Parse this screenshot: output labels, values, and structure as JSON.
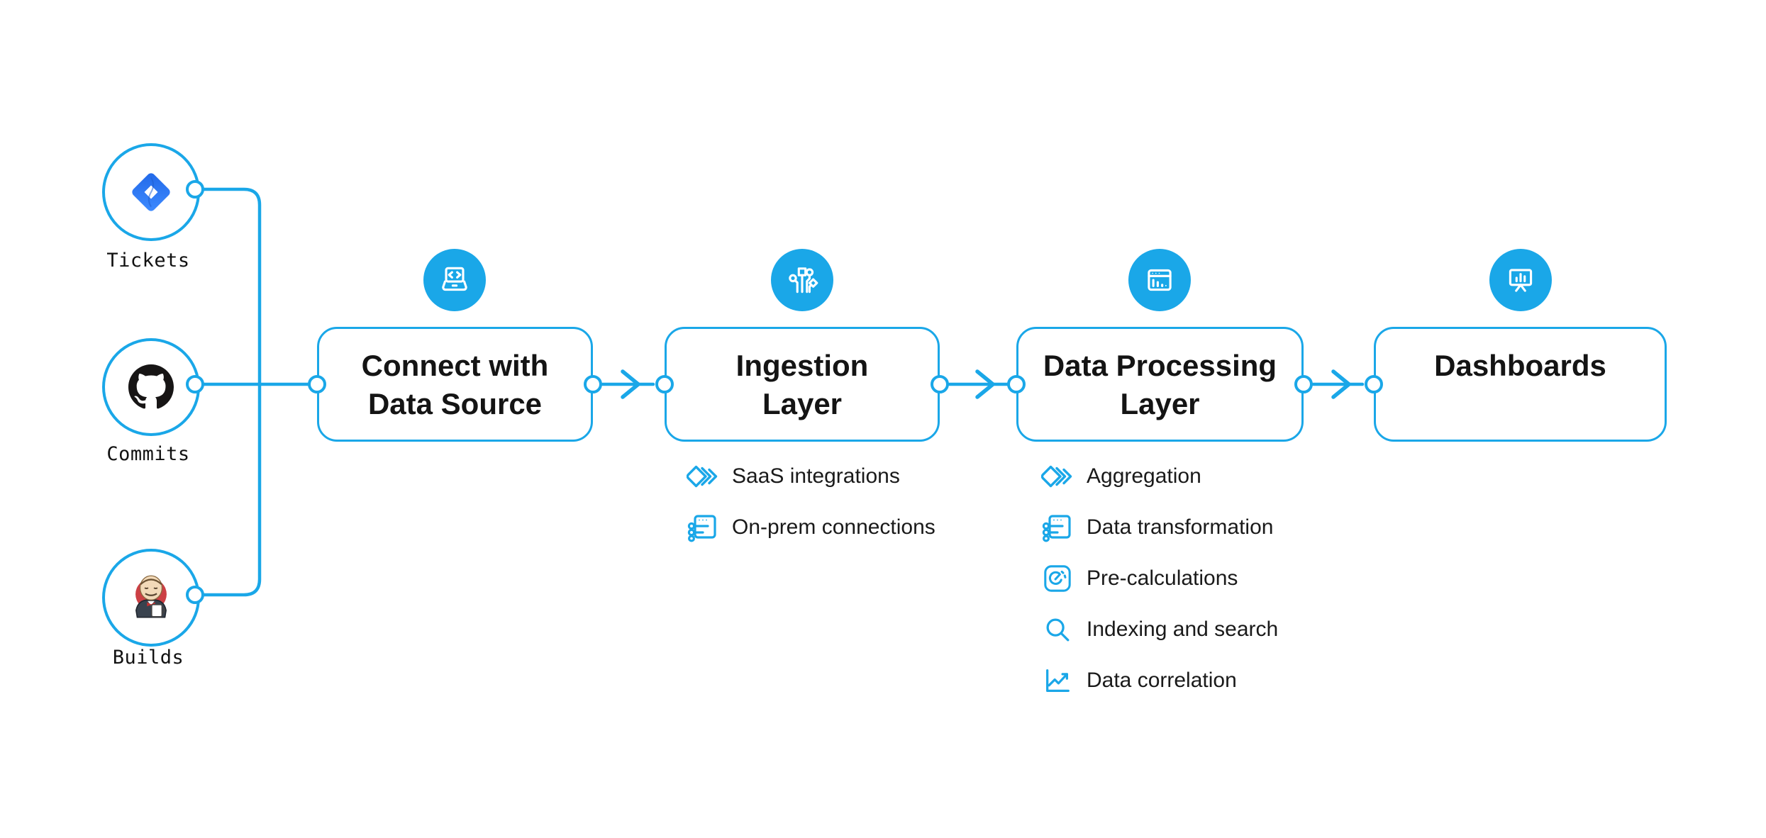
{
  "canvas": {
    "background": "#ffffff",
    "accent_blue": "#1aa7e8",
    "title_color": "#141414"
  },
  "sources": [
    {
      "label": "Tickets",
      "icon": "jira-icon"
    },
    {
      "label": "Commits",
      "icon": "github-icon"
    },
    {
      "label": "Builds",
      "icon": "jenkins-icon"
    }
  ],
  "stages": [
    {
      "title": "Connect with\nData Source",
      "icon": "laptop-code-icon",
      "items": []
    },
    {
      "title": "Ingestion\nLayer",
      "icon": "ingestion-circuit-icon",
      "items": [
        {
          "label": "SaaS integrations",
          "icon": "stacked-diamonds-icon"
        },
        {
          "label": "On-prem connections",
          "icon": "window-sliders-icon"
        }
      ]
    },
    {
      "title": "Data Processing\nLayer",
      "icon": "window-chart-icon",
      "items": [
        {
          "label": "Aggregation",
          "icon": "stacked-diamonds-icon"
        },
        {
          "label": "Data transformation",
          "icon": "window-sliders-icon"
        },
        {
          "label": "Pre-calculations",
          "icon": "gauge-icon"
        },
        {
          "label": "Indexing and search",
          "icon": "search-icon"
        },
        {
          "label": "Data correlation",
          "icon": "line-chart-icon"
        }
      ]
    },
    {
      "title": "Dashboards",
      "icon": "presentation-chart-icon",
      "items": []
    }
  ]
}
